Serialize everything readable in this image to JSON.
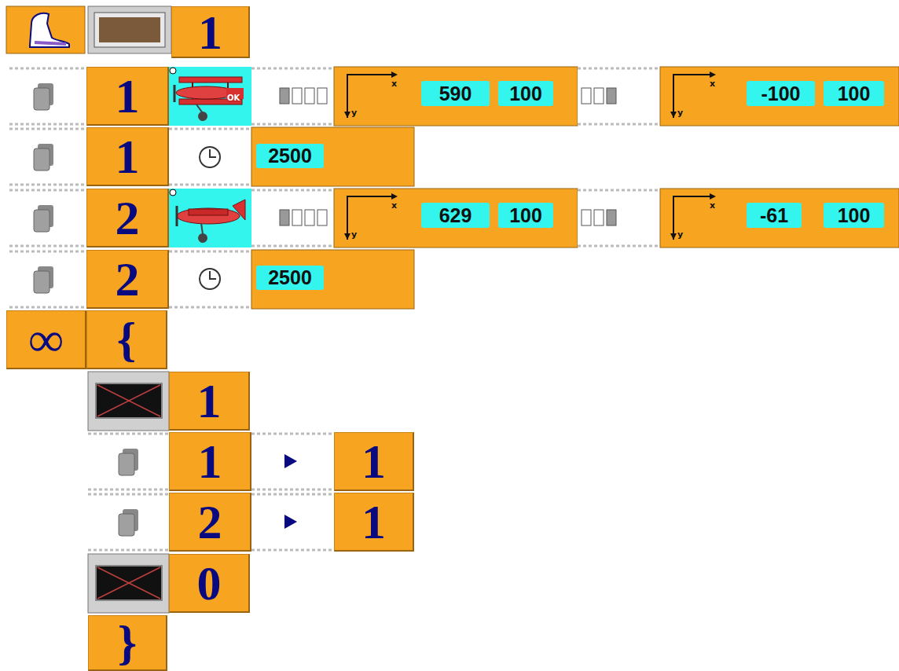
{
  "diagram": {
    "nodes": [
      {
        "text": [
          "1"
        ]
      },
      {
        "text": [
          "1"
        ]
      },
      {
        "text": [
          "590"
        ]
      },
      {
        "text": [
          "100"
        ]
      },
      {
        "text": [
          "-100"
        ]
      },
      {
        "text": [
          "100"
        ]
      },
      {
        "text": [
          "1"
        ]
      },
      {
        "text": [
          "2500"
        ]
      },
      {
        "text": [
          "2"
        ]
      },
      {
        "text": [
          "629"
        ]
      },
      {
        "text": [
          "100"
        ]
      },
      {
        "text": [
          "-61"
        ]
      },
      {
        "text": [
          "100"
        ]
      },
      {
        "text": [
          "2"
        ]
      },
      {
        "text": [
          "2500"
        ]
      },
      {
        "text": [
          "∞"
        ]
      },
      {
        "text": [
          "{"
        ]
      },
      {
        "text": [
          "1"
        ]
      },
      {
        "text": [
          "1"
        ]
      },
      {
        "text": [
          "1"
        ]
      },
      {
        "text": [
          "2"
        ]
      },
      {
        "text": [
          "1"
        ]
      },
      {
        "text": [
          "0"
        ]
      },
      {
        "text": [
          "}"
        ]
      }
    ],
    "labels": [
      "OK",
      "x",
      "y",
      "x",
      "y",
      "x",
      "y",
      "x",
      "y"
    ]
  }
}
